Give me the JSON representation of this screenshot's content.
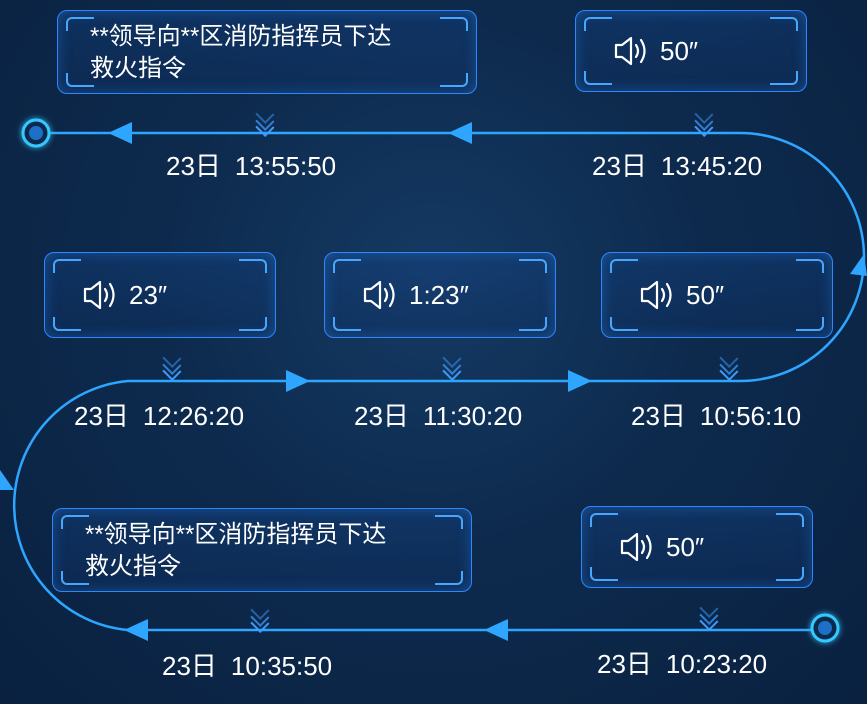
{
  "events": [
    {
      "id": "e1",
      "day": "23日",
      "time": "10:23:20",
      "kind": "audio",
      "duration": "50″"
    },
    {
      "id": "e2",
      "day": "23日",
      "time": "10:35:50",
      "kind": "text",
      "text_line1": "**领导向**区消防指挥员下达",
      "text_line2": "救火指令"
    },
    {
      "id": "e3",
      "day": "23日",
      "time": "10:56:10",
      "kind": "audio",
      "duration": "50″"
    },
    {
      "id": "e4",
      "day": "23日",
      "time": "11:30:20",
      "kind": "audio",
      "duration": "1:23″"
    },
    {
      "id": "e5",
      "day": "23日",
      "time": "12:26:20",
      "kind": "audio",
      "duration": "23″"
    },
    {
      "id": "e6",
      "day": "23日",
      "time": "13:45:20",
      "kind": "audio",
      "duration": "50″"
    },
    {
      "id": "e7",
      "day": "23日",
      "time": "13:55:50",
      "kind": "text",
      "text_line1": "**领导向**区消防指挥员下达",
      "text_line2": "救火指令"
    }
  ],
  "colors": {
    "line": "#2ea6ff",
    "card_border": "#2f86ff",
    "node_glow": "#35c8ff",
    "background": "#0d2a4d"
  },
  "icons": {
    "audio": "speaker-icon",
    "separator": "chevron-down-icon",
    "node": "timeline-node-icon"
  }
}
